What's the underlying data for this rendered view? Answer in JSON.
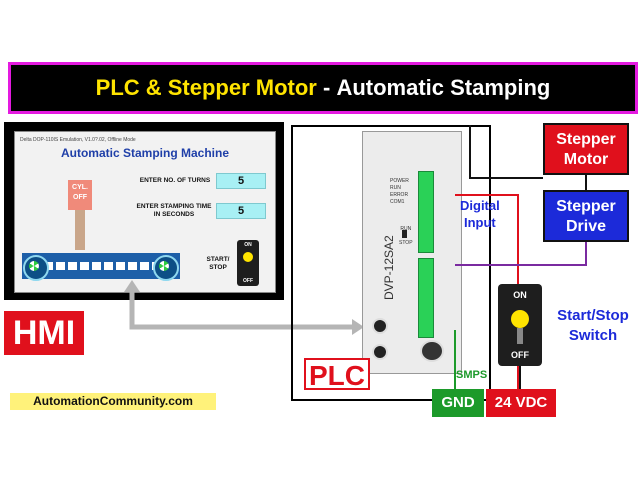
{
  "banner": {
    "title_part1": "PLC & Stepper Motor",
    "separator": " - ",
    "title_part2": "Automatic Stamping",
    "border_color": "#e41ae0",
    "title_color": "#ffe400"
  },
  "hmi": {
    "window_caption": "Delta DOP-110IS Emulation, V1.0?.02, Offline Mode",
    "screen_title": "Automatic Stamping Machine",
    "turns_label": "ENTER NO. OF TURNS",
    "turns_value": "5",
    "stamping_label_line1": "ENTER STAMPING TIME",
    "stamping_label_line2": "IN SECONDS",
    "stamping_value": "5",
    "cylinder_line1": "CYL.",
    "cylinder_line2": "OFF",
    "start_stop_line1": "START/",
    "start_stop_line2": "STOP",
    "toggle_on": "ON",
    "toggle_off": "OFF",
    "label": "HMI"
  },
  "website": "AutomationCommunity.com",
  "plc": {
    "label": "PLC",
    "model": "DVP-12SA2",
    "status_leds": [
      "POWER",
      "RUN",
      "ERROR",
      "COM1"
    ],
    "run_switch": [
      "RUN",
      "STOP"
    ],
    "digital_input_line1": "Digital",
    "digital_input_line2": "Input"
  },
  "stepper_motor": {
    "line1": "Stepper",
    "line2": "Motor",
    "color": "#e0101c"
  },
  "stepper_drive": {
    "line1": "Stepper",
    "line2": "Drive",
    "color": "#1c2ad9"
  },
  "switch": {
    "on": "ON",
    "off": "OFF",
    "label_line1": "Start/Stop",
    "label_line2": "Switch"
  },
  "power": {
    "smps": "SMPS",
    "gnd": "GND",
    "vdc": "24 VDC"
  }
}
